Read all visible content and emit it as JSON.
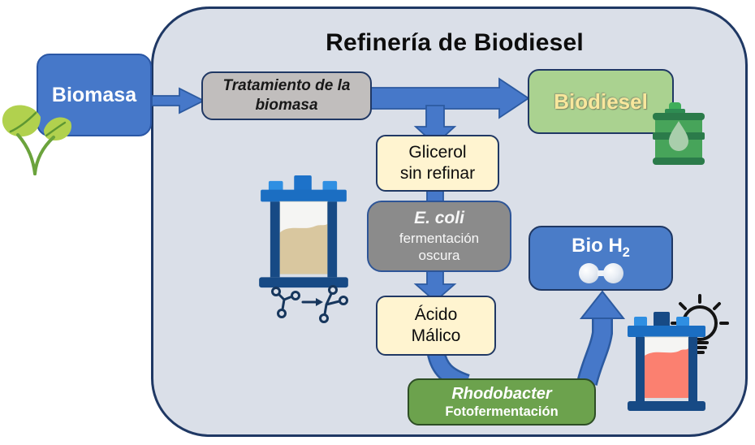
{
  "title": "Refinería de Biodiesel",
  "nodes": {
    "biomasa": {
      "label": "Biomasa"
    },
    "tratamiento": {
      "line1": "Tratamiento de la",
      "line2": "biomasa"
    },
    "biodiesel": {
      "label": "Biodiesel"
    },
    "glicerol": {
      "line1": "Glicerol",
      "line2": "sin refinar"
    },
    "ecoli": {
      "organism": "E. coli",
      "process_line1": "fermentación",
      "process_line2": "oscura"
    },
    "acido_malico": {
      "line1": "Ácido",
      "line2": "Málico"
    },
    "rhodobacter": {
      "organism": "Rhodobacter",
      "process": "Fotofermentación"
    },
    "bio_h2": {
      "label": "Bio H",
      "subscript": "2"
    }
  },
  "icons": {
    "seedling": "seedling-icon",
    "oil_barrel": "oil-barrel-icon",
    "dark_fermentation_bioreactor": "bioreactor-tan-icon",
    "molecule_conversion": "molecule-conversion-icon",
    "photofermentation_bioreactor": "bioreactor-red-icon",
    "lightbulb": "lightbulb-icon",
    "h2_molecule": "h2-molecule-icon"
  },
  "colors": {
    "panel_bg": "#DADFE8",
    "panel_border": "#1F3864",
    "arrow_fill": "#4678C9",
    "arrow_stroke": "#2C5AA0",
    "blue_box": "#4A7CC8",
    "gray_box": "#C1BEBD",
    "dark_gray_box": "#8B8B8B",
    "cream_box": "#FFF4D0",
    "light_green_box": "#AAD290",
    "green_box": "#6CA24D",
    "biodiesel_text": "#F8E79C"
  }
}
